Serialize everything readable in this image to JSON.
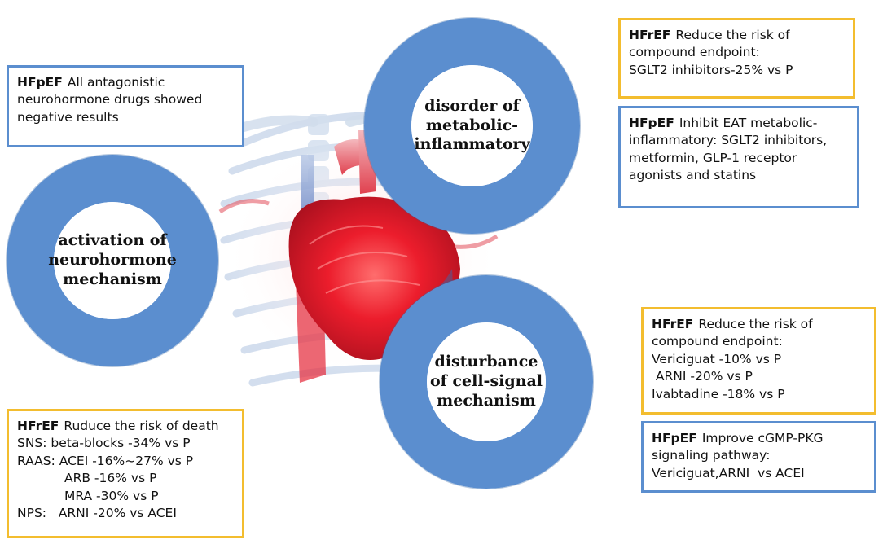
{
  "colors": {
    "ring": "#5b8ecf",
    "blue_border": "#5b8ecf",
    "gold_border": "#f3bd2f",
    "heart": "#e8182c",
    "skeleton": "#c9d7ea"
  },
  "rings": {
    "neurohormone": "activation of\nneurohormone\nmechanism",
    "metabolic": "disorder of\nmetabolic-\ninflammatory",
    "cell_signal": "disturbance\nof cell-signal\nmechanism"
  },
  "boxes": {
    "hfpef_neuro": {
      "tag": "HFpEF",
      "lines": [
        "All antagonistic",
        "neurohormone drugs showed",
        "negative results"
      ]
    },
    "hfref_neuro": {
      "tag": "HFrEF",
      "lines": [
        "Ruduce the risk of death",
        "SNS: beta-blocks -34% vs P",
        "RAAS: ACEI -16%~27% vs P",
        "ARB -16% vs P",
        "MRA -30% vs P",
        "NPS:   ARNI -20% vs ACEI"
      ]
    },
    "hfref_metabolic": {
      "tag": "HFrEF",
      "lines": [
        "Reduce the risk of",
        "compound endpoint:",
        "SGLT2 inhibitors-25% vs P"
      ]
    },
    "hfpef_metabolic": {
      "tag": "HFpEF",
      "lines": [
        "Inhibit EAT metabolic-",
        "inflammatory: SGLT2 inhibitors,",
        "metformin, GLP-1 receptor",
        "agonists and statins"
      ]
    },
    "hfref_signal": {
      "tag": "HFrEF",
      "lines": [
        "Reduce the risk of",
        "compound endpoint:",
        "Vericiguat -10% vs P",
        " ARNI -20% vs P",
        "Ivabtadine -18% vs P"
      ]
    },
    "hfpef_signal": {
      "tag": "HFpEF",
      "lines": [
        "Improve cGMP-PKG",
        "signaling pathway:",
        "Vericiguat,ARNI  vs ACEI"
      ]
    }
  }
}
